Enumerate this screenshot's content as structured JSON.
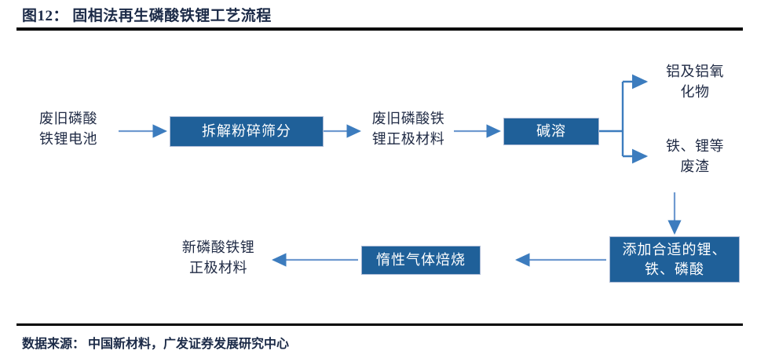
{
  "header": {
    "title": "图12： 固相法再生磷酸铁锂工艺流程"
  },
  "footer": {
    "source": "数据来源： 中国新材料，广发证券发展研究中心"
  },
  "theme": {
    "box_fill": "#1F6099",
    "box_text": "#FFFFFF",
    "arrow_color": "#4A7EBB",
    "text_color": "#1F2A44",
    "rule_color": "#000000",
    "background": "#FFFFFF"
  },
  "diagram": {
    "type": "flowchart",
    "nodes": [
      {
        "id": "waste_battery",
        "kind": "text",
        "label": "废旧磷酸\n铁锂电池"
      },
      {
        "id": "dismantle",
        "kind": "box",
        "label": "拆解粉碎筛分"
      },
      {
        "id": "waste_cathode",
        "kind": "text",
        "label": "废旧磷酸铁\n锂正极材料"
      },
      {
        "id": "alkali_leach",
        "kind": "box",
        "label": "碱溶"
      },
      {
        "id": "aluminum_oxide",
        "kind": "text",
        "label": "铝及铝氧\n化物"
      },
      {
        "id": "fe_li_residue",
        "kind": "text",
        "label": "铁、锂等\n废渣"
      },
      {
        "id": "add_materials",
        "kind": "box",
        "label": "添加合适的锂、\n铁、磷酸"
      },
      {
        "id": "inert_roasting",
        "kind": "box",
        "label": "惰性气体焙烧"
      },
      {
        "id": "new_cathode",
        "kind": "text",
        "label": "新磷酸铁锂\n正极材料"
      }
    ],
    "edges": [
      {
        "from": "waste_battery",
        "to": "dismantle",
        "direction": "right"
      },
      {
        "from": "dismantle",
        "to": "waste_cathode",
        "direction": "right"
      },
      {
        "from": "waste_cathode",
        "to": "alkali_leach",
        "direction": "right"
      },
      {
        "from": "alkali_leach",
        "to": "aluminum_oxide",
        "direction": "branch-up-right"
      },
      {
        "from": "alkali_leach",
        "to": "fe_li_residue",
        "direction": "branch-down-right"
      },
      {
        "from": "fe_li_residue",
        "to": "add_materials",
        "direction": "down"
      },
      {
        "from": "add_materials",
        "to": "inert_roasting",
        "direction": "left"
      },
      {
        "from": "inert_roasting",
        "to": "new_cathode",
        "direction": "left"
      }
    ]
  }
}
